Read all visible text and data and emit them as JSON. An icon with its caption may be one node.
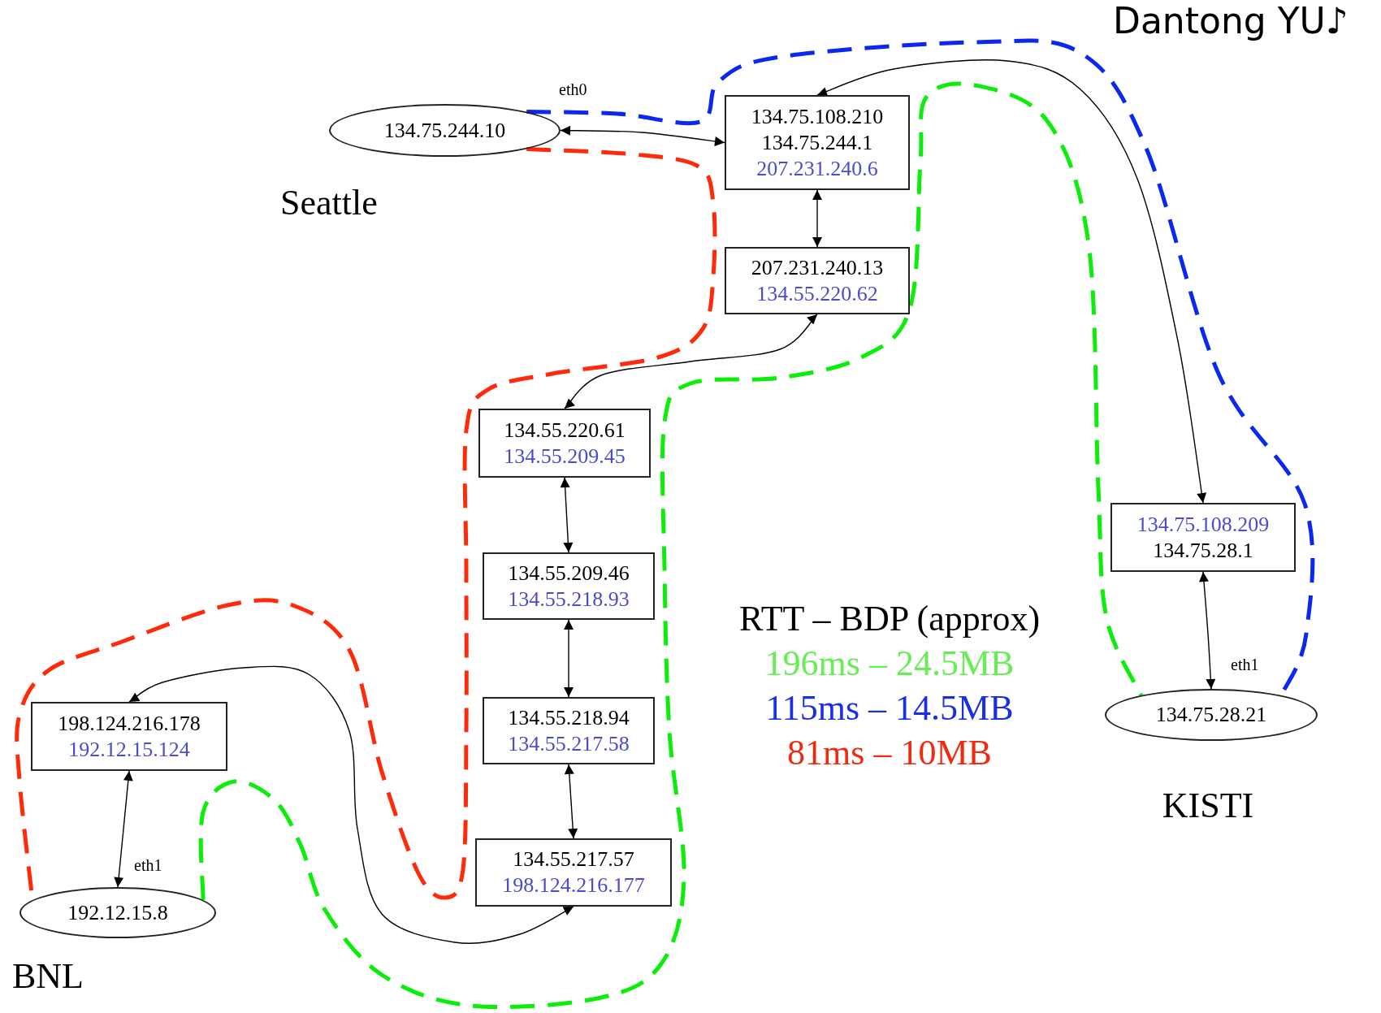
{
  "diagram": {
    "nodes": [
      {
        "text": [
          "134.75.244.10"
        ],
        "beside": [
          "Seattle"
        ]
      },
      {
        "text": [
          "134.75.108.210",
          "134.75.244.1",
          "207.231.240.6"
        ]
      },
      {
        "text": [
          "207.231.240.13",
          "134.55.220.62"
        ]
      },
      {
        "text": [
          "134.55.220.61",
          "134.55.209.45"
        ]
      },
      {
        "text": [
          "134.55.209.46",
          "134.55.218.93"
        ]
      },
      {
        "text": [
          "134.55.218.94",
          "134.55.217.58"
        ]
      },
      {
        "text": [
          "134.55.217.57",
          "198.124.216.177"
        ]
      },
      {
        "text": [
          "198.124.216.178",
          "192.12.15.124"
        ]
      },
      {
        "text": [
          "192.12.15.8"
        ],
        "beside": [
          "BNL"
        ]
      },
      {
        "text": [
          "134.75.108.209",
          "134.75.28.1"
        ]
      },
      {
        "text": [
          "134.75.28.21"
        ],
        "beside": [
          "KISTI"
        ]
      }
    ],
    "edges": [
      {
        "from": 0,
        "to": 1,
        "arrow": "both"
      },
      {
        "from": 1,
        "to": 2,
        "arrow": "both"
      },
      {
        "from": 2,
        "to": 3,
        "arrow": "both"
      },
      {
        "from": 3,
        "to": 4,
        "arrow": "both"
      },
      {
        "from": 4,
        "to": 5,
        "arrow": "both"
      },
      {
        "from": 5,
        "to": 6,
        "arrow": "both"
      },
      {
        "from": 6,
        "to": 7,
        "arrow": "both"
      },
      {
        "from": 7,
        "to": 8,
        "arrow": "both"
      },
      {
        "from": 1,
        "to": 9,
        "arrow": "both"
      },
      {
        "from": 9,
        "to": 10,
        "arrow": "both"
      },
      {
        "from": 0,
        "to": 8,
        "arrow": "none",
        "style": "dashed",
        "color": "#ff2a0a"
      },
      {
        "from": 0,
        "to": 10,
        "arrow": "none",
        "style": "dashed",
        "color": "#0a28f0"
      },
      {
        "from": 8,
        "to": 10,
        "arrow": "none",
        "style": "dashed",
        "color": "#0aee0a"
      }
    ],
    "labels": [
      "Dantong YU♪",
      "eth0",
      "RTT – BDP (approx)",
      "196ms – 24.5MB",
      "115ms – 14.5MB",
      "eth1",
      "81ms – 10MB",
      "eth1"
    ]
  }
}
